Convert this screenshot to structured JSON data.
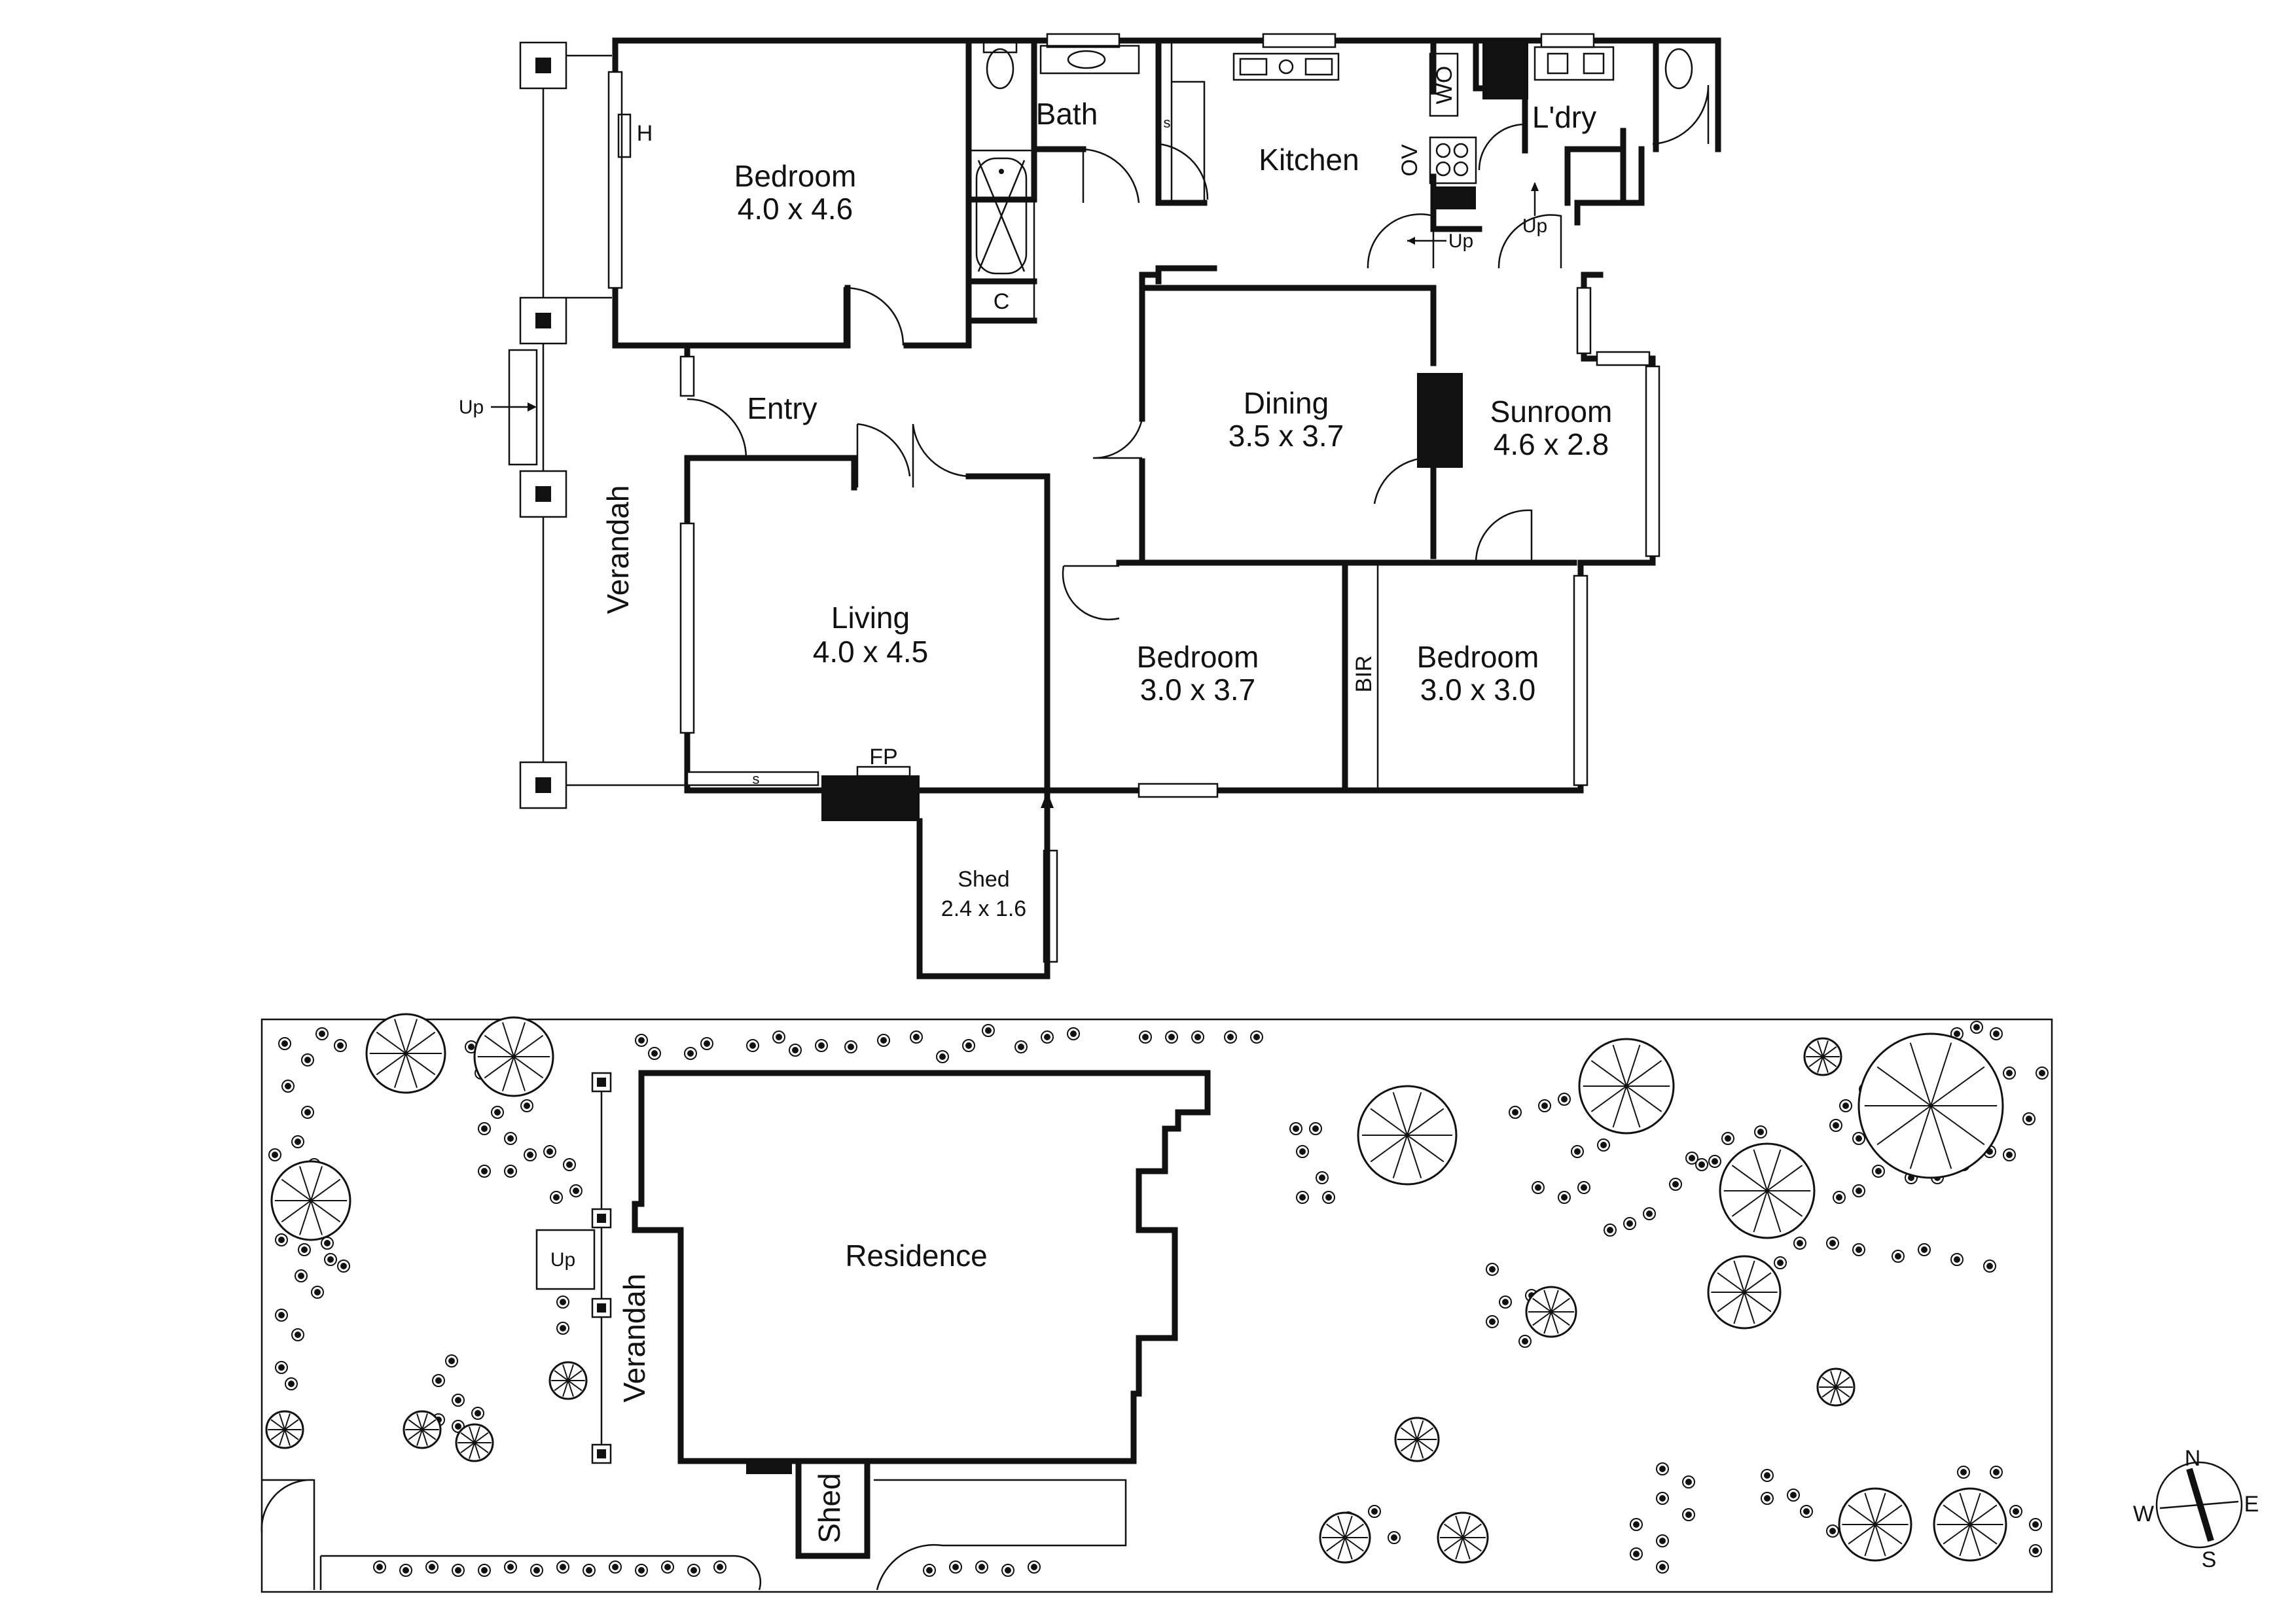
{
  "floor_plan": {
    "rooms": {
      "bedroom_1": {
        "name": "Bedroom",
        "size": "4.0 x 4.6"
      },
      "bath": {
        "name": "Bath"
      },
      "kitchen": {
        "name": "Kitchen"
      },
      "laundry": {
        "name": "L'dry"
      },
      "entry": {
        "name": "Entry"
      },
      "dining": {
        "name": "Dining",
        "size": "3.5 x 3.7"
      },
      "sunroom": {
        "name": "Sunroom",
        "size": "4.6 x 2.8"
      },
      "living": {
        "name": "Living",
        "size": "4.0 x 4.5"
      },
      "bedroom_2": {
        "name": "Bedroom",
        "size": "3.0 x 3.7"
      },
      "bedroom_3": {
        "name": "Bedroom",
        "size": "3.0 x 3.0"
      },
      "verandah": {
        "name": "Verandah"
      },
      "shed": {
        "name": "Shed",
        "size": "2.4 x 1.6"
      }
    },
    "fixtures": {
      "heater": "H",
      "cupboard": "C",
      "shelves_bath": "s",
      "shelves_living": "s",
      "wall_oven": "WO",
      "oven": "OV",
      "built_in_robe": "BIR",
      "fireplace": "FP"
    },
    "steps": {
      "verandah_up": "Up",
      "kitchen_up": "Up",
      "laundry_up": "Up"
    }
  },
  "site_plan": {
    "residence": "Residence",
    "verandah": "Verandah",
    "shed": "Shed",
    "steps_up": "Up"
  },
  "compass": {
    "n": "N",
    "e": "E",
    "s": "S",
    "w": "W"
  }
}
